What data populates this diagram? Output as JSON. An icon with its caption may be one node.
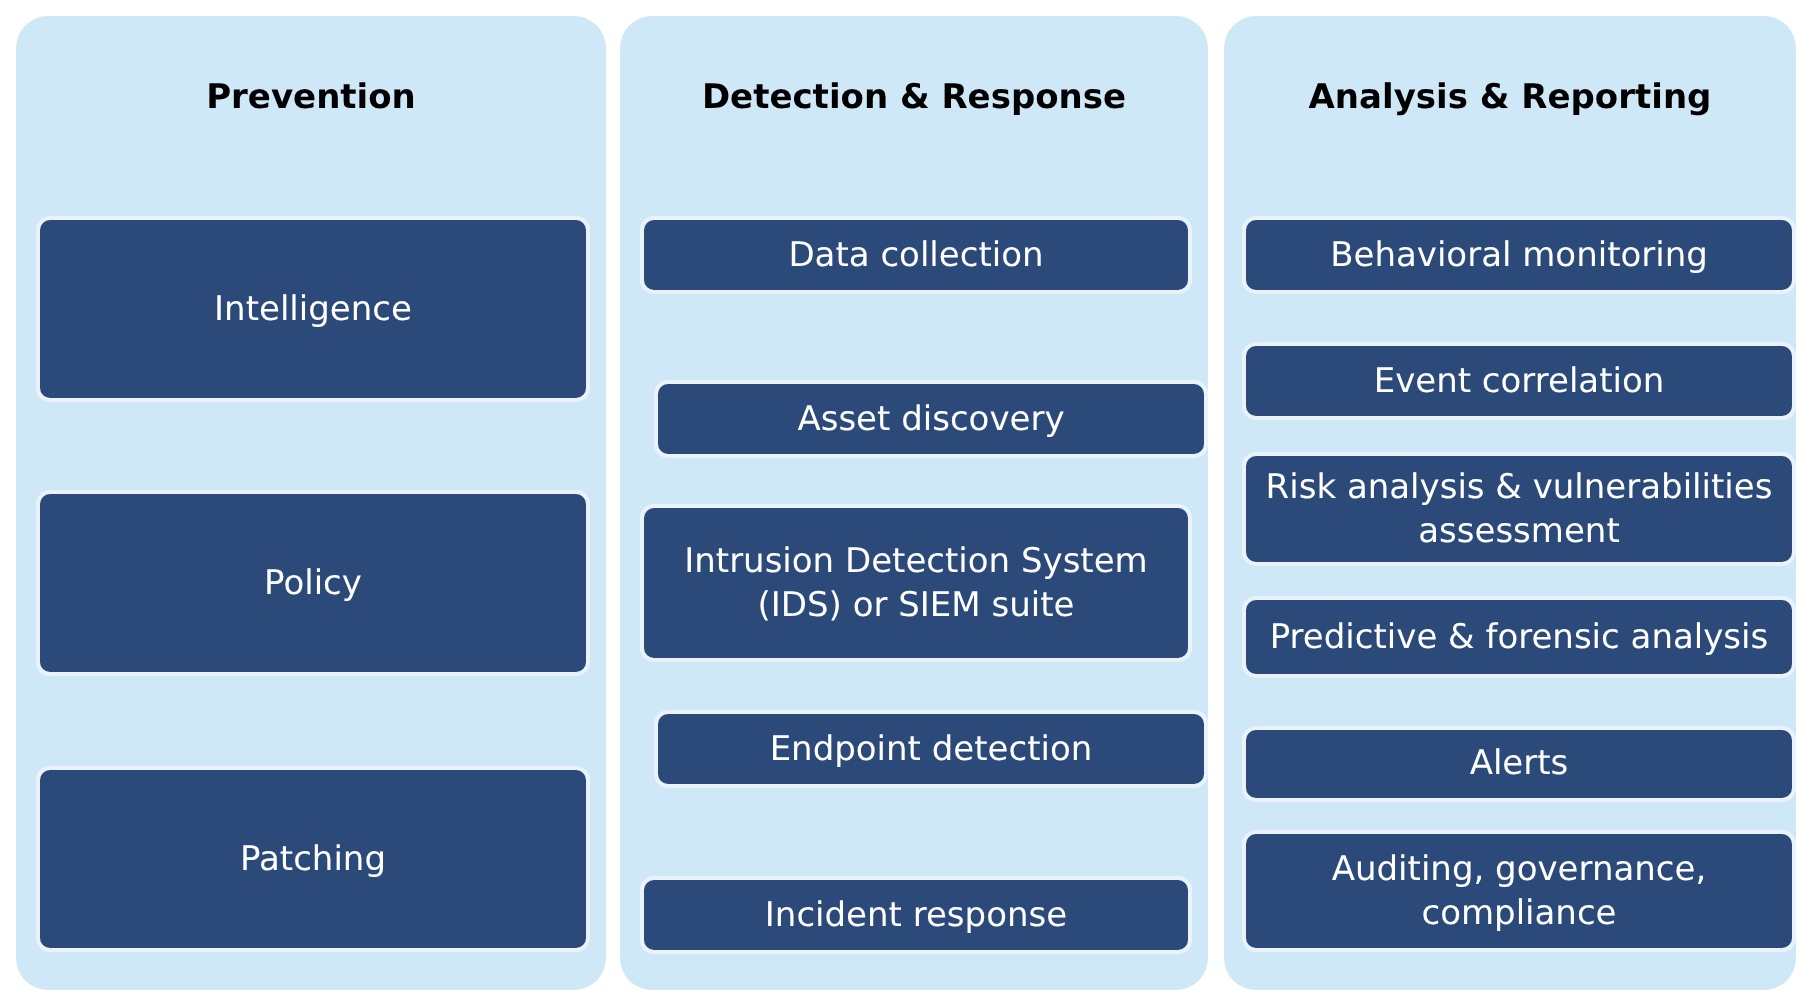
{
  "diagram": {
    "nodes": [
      {
        "text": [
          "Prevention"
        ]
      },
      {
        "text": [
          "Intelligence"
        ],
        "in": 0
      },
      {
        "text": [
          "Policy"
        ],
        "in": 0
      },
      {
        "text": [
          "Patching"
        ],
        "in": 0
      },
      {
        "text": [
          "Detection & Response"
        ]
      },
      {
        "text": [
          "Data collection"
        ],
        "in": 4
      },
      {
        "text": [
          "Asset discovery"
        ],
        "in": 4
      },
      {
        "text": [
          "Intrusion Detection System (IDS) or SIEM suite"
        ],
        "in": 4
      },
      {
        "text": [
          "Endpoint detection"
        ],
        "in": 4
      },
      {
        "text": [
          "Incident response"
        ],
        "in": 4
      },
      {
        "text": [
          "Analysis & Reporting"
        ]
      },
      {
        "text": [
          "Behavioral monitoring"
        ],
        "in": 10
      },
      {
        "text": [
          "Event correlation"
        ],
        "in": 10
      },
      {
        "text": [
          "Risk analysis & vulnerabilities assessment"
        ],
        "in": 10
      },
      {
        "text": [
          "Predictive & forensic analysis"
        ],
        "in": 10
      },
      {
        "text": [
          "Alerts"
        ],
        "in": 10
      },
      {
        "text": [
          "Auditing, governance, compliance"
        ],
        "in": 10
      }
    ],
    "edges": []
  }
}
